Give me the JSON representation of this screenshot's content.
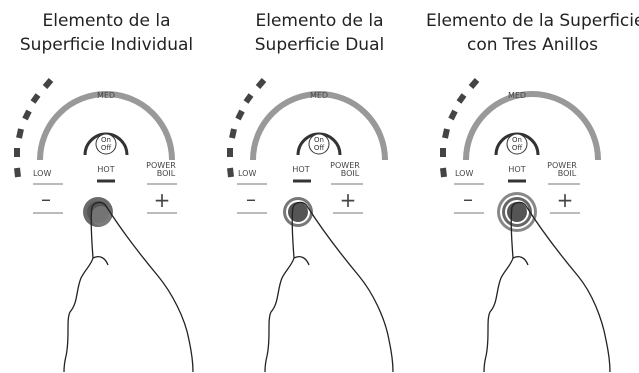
{
  "panels": [
    {
      "title_line1": "Elemento de la",
      "title_line2": "Superficie Individual",
      "rings": 1
    },
    {
      "title_line1": "Elemento de la",
      "title_line2": "Superficie Dual",
      "rings": 2
    },
    {
      "title_line1": "Elemento de la Superficie",
      "title_line2": "con Tres Anillos",
      "rings": 3
    }
  ],
  "control": {
    "med_label": "MED",
    "low_label": "LOW",
    "hot_label": "HOT",
    "power_label": "POWER",
    "boil_label": "BOIL",
    "on_label": "On",
    "off_label": "Off",
    "minus_label": "–",
    "plus_label": "+"
  },
  "colors": {
    "arc": "#999999",
    "dashes": "#444444",
    "text": "#222222",
    "touch_pad": "#555555"
  },
  "icons": [
    "power-button-icon",
    "hand-pointer-icon"
  ]
}
